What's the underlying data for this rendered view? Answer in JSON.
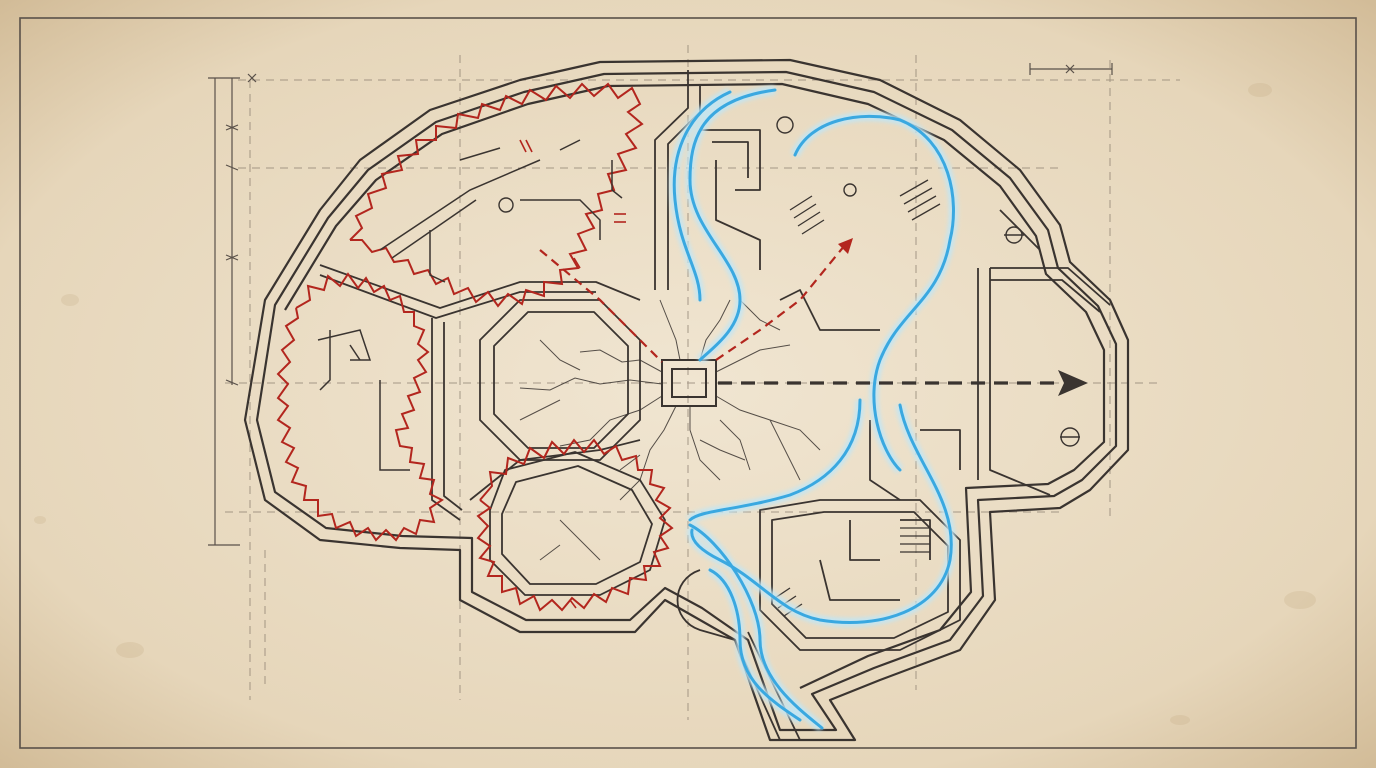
{
  "colors": {
    "paper": "#e9dcc4",
    "paper_edge": "#c9b08a",
    "ink": "#3a3430",
    "faint": "#8c7f70",
    "red": "#b3261e",
    "blue": "#3aa8e0",
    "blue_glow": "#bfe6f7"
  },
  "icons": [
    "center-square-node",
    "dashed-arrow-right",
    "crack-network"
  ]
}
